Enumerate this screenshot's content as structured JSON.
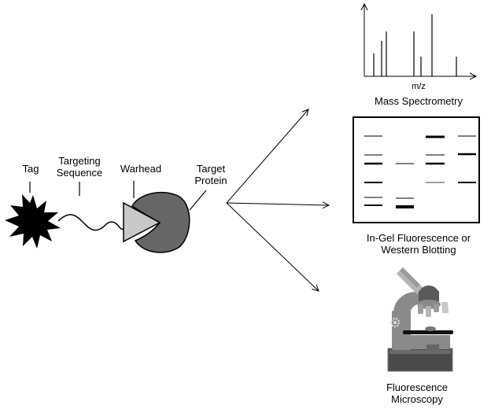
{
  "labels": {
    "tag": "Tag",
    "targeting_sequence": [
      "Targeting",
      "Sequence"
    ],
    "warhead": "Warhead",
    "target_protein": [
      "Target",
      "Protein"
    ],
    "mz": "m/z",
    "mass_spectrometry": "Mass Spectrometry",
    "in_gel": [
      "In-Gel Fluorescence or",
      "Western Blotting"
    ],
    "microscopy": [
      "Fluorescence",
      "Microscopy"
    ]
  },
  "colors": {
    "tag": "#000000",
    "protein": "#666666",
    "warhead": "#c8c8c8",
    "microscope_dark": "#4a4a4a",
    "microscope_mid": "#8a8a8a",
    "microscope_light": "#b5b5b5"
  },
  "icons": [
    "starburst-tag-icon",
    "microscope-icon"
  ]
}
